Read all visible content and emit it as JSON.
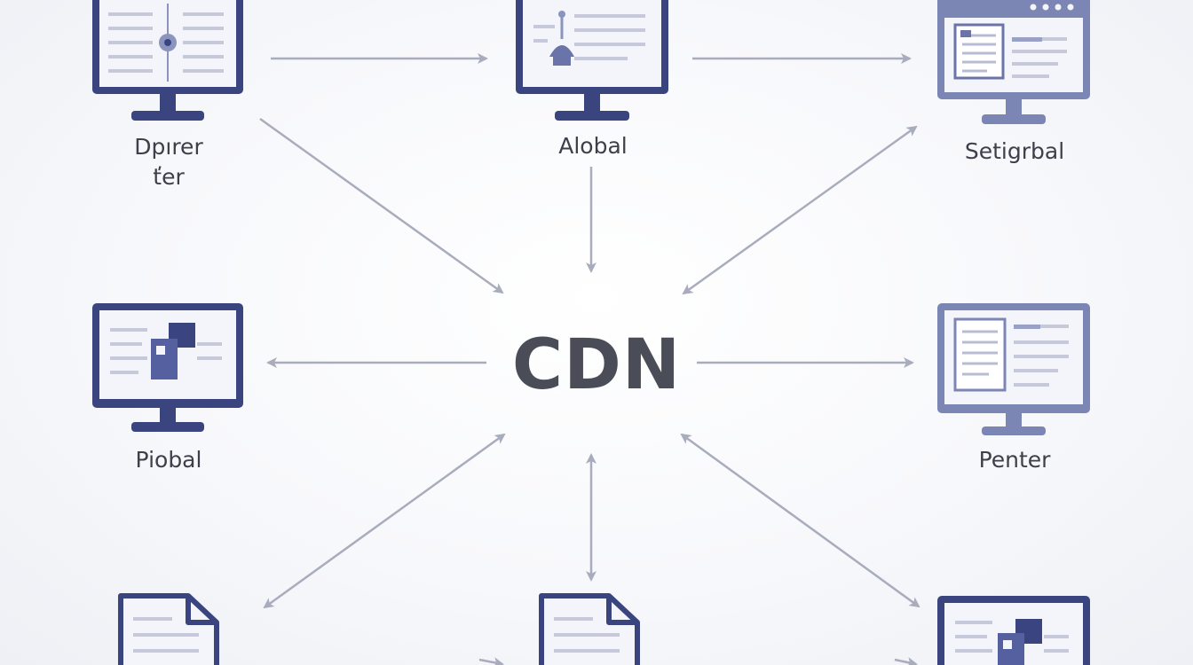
{
  "center": {
    "label": "CDN"
  },
  "nodes": {
    "top_left": {
      "label_line1": "Dpırer",
      "label_line2": "ťer"
    },
    "top_center": {
      "label": "Alobal"
    },
    "top_right": {
      "label": "Setigrbal"
    },
    "mid_left": {
      "label": "Piobal"
    },
    "mid_right": {
      "label": "Penter"
    }
  },
  "colors": {
    "navy": "#3a4580",
    "slate": "#7c86b4",
    "arrow": "#a8acbd",
    "screen": "#f4f5fa",
    "line": "#c5c9da"
  }
}
